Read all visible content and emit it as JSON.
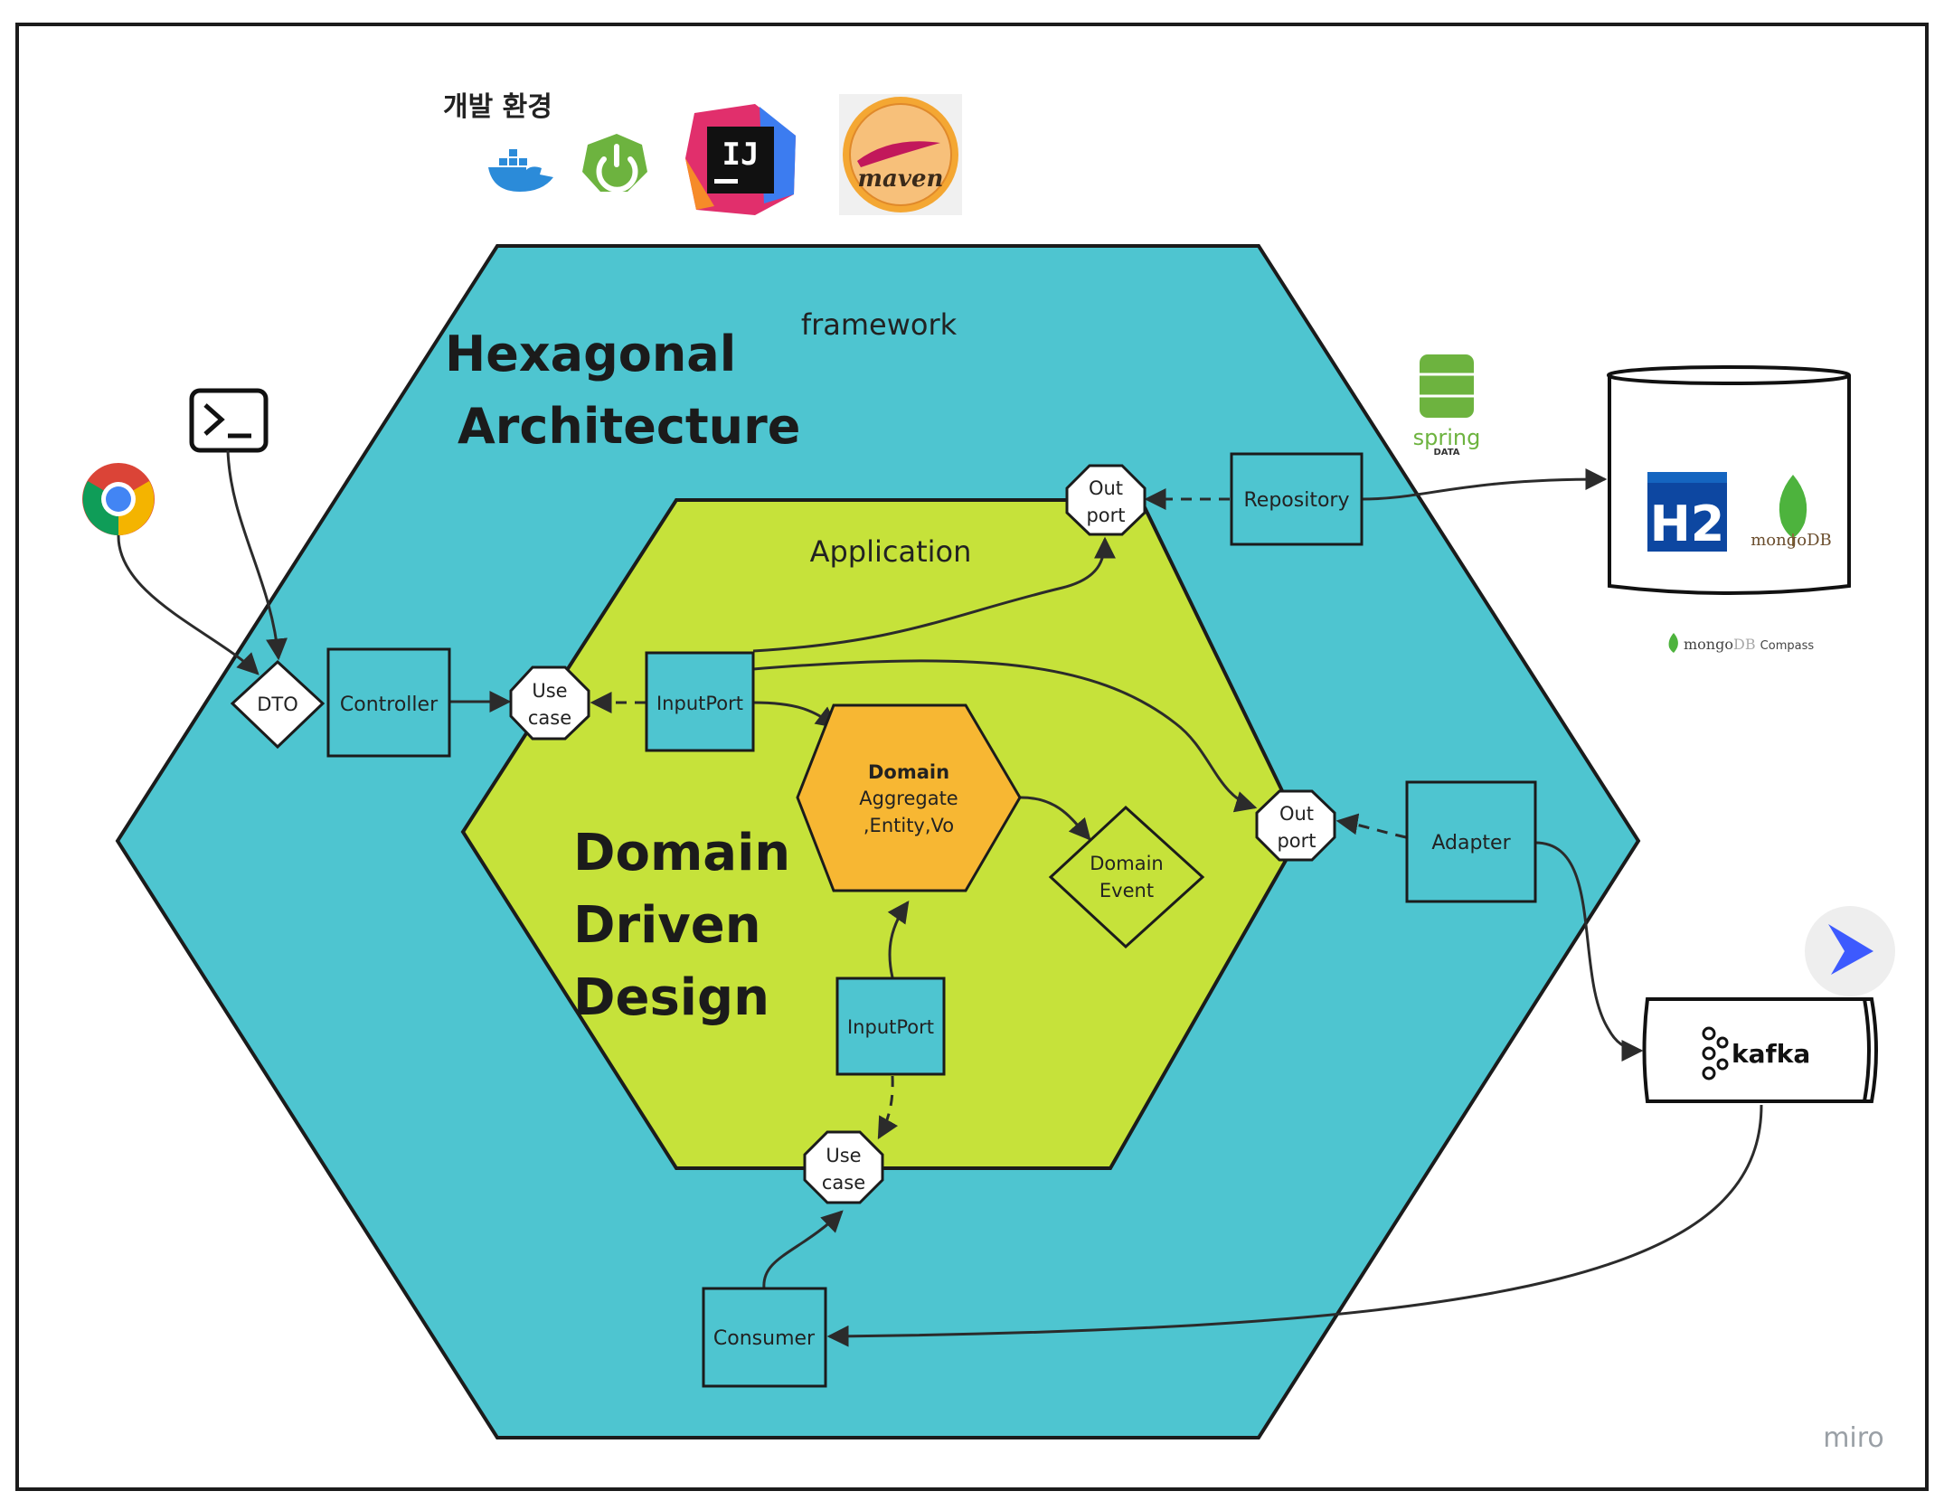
{
  "colors": {
    "outer_hex": "#4ec5d0",
    "inner_hex": "#c6e23a",
    "domain_hex": "#f7b733",
    "border": "#1b1b1b",
    "miro": "#9aa0a6"
  },
  "header": {
    "dev_env_label": "개발 환경",
    "icons": [
      "docker-icon",
      "spring-boot-icon",
      "intellij-icon",
      "maven-logo"
    ],
    "intellij_text": "IJ",
    "maven_text": "maven"
  },
  "labels": {
    "hexagonal": [
      "Hexagonal",
      "Architecture"
    ],
    "framework": "framework",
    "application": "Application",
    "ddd": [
      "Domain",
      "Driven",
      "Design"
    ]
  },
  "nodes": {
    "dto": "DTO",
    "controller": "Controller",
    "use_case_top": [
      "Use",
      "case"
    ],
    "input_port_top": "InputPort",
    "out_port_top": [
      "Out",
      "port"
    ],
    "repository": "Repository",
    "domain_title": "Domain",
    "domain_lines": [
      "Aggregate",
      ",Entity,Vo"
    ],
    "domain_event": [
      "Domain",
      "Event"
    ],
    "out_port_right": [
      "Out",
      "port"
    ],
    "adapter": "Adapter",
    "input_port_bottom": "InputPort",
    "use_case_bottom": [
      "Use",
      "case"
    ],
    "consumer": "Consumer"
  },
  "external": {
    "spring_data": [
      "spring",
      "DATA"
    ],
    "h2": "H2",
    "mongodb": "mongoDB",
    "mongodb_compass": [
      "mongo",
      "DB",
      "Compass"
    ],
    "kafka": "kafka",
    "miro": "miro"
  }
}
